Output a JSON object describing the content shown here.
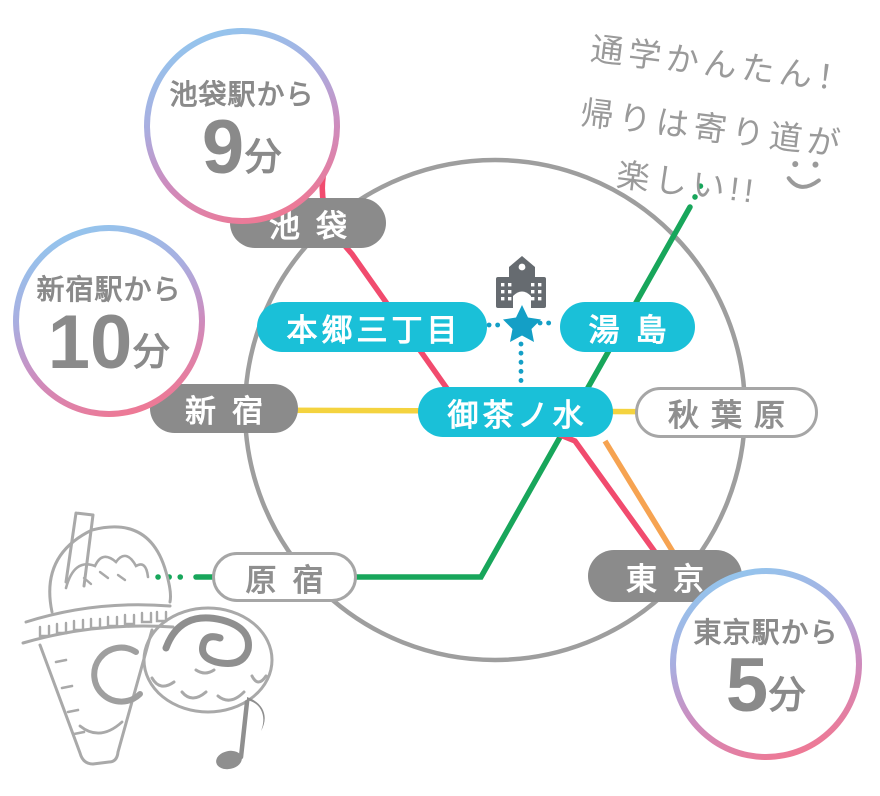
{
  "stations": {
    "ikebukuro": {
      "label": "池袋"
    },
    "shinjuku": {
      "label": "新宿"
    },
    "harajuku": {
      "label": "原宿"
    },
    "tokyo": {
      "label": "東京"
    },
    "akihabara": {
      "label": "秋葉原"
    },
    "hongo_sanchome": {
      "label": "本郷三丁目"
    },
    "yushima": {
      "label": "湯島"
    },
    "ochanomizu": {
      "label": "御茶ノ水"
    }
  },
  "access_badges": {
    "ikebukuro": {
      "from": "池袋駅から",
      "minutes": "9",
      "unit": "分"
    },
    "shinjuku": {
      "from": "新宿駅から",
      "minutes": "10",
      "unit": "分"
    },
    "tokyo": {
      "from": "東京駅から",
      "minutes": "5",
      "unit": "分"
    }
  },
  "handwritten_note": {
    "line1": "通学かんたん！",
    "line2": "帰りは寄り道が",
    "line3": "楽しい!!"
  },
  "icons": {
    "school": "school-building-icon",
    "star": "location-star-icon",
    "smiley": "smiley-face-icon",
    "drink": "frappuccino-cup-illustration",
    "donut": "donut-illustration",
    "music_note": "music-note-illustration"
  },
  "colors": {
    "nearest_station_pill_cyan": "#1ac0d8",
    "jr_station_pill_gray": "#8b8b8b",
    "loop_line_gray": "#9e9e9e",
    "red_line": "#f14b6e",
    "orange_line": "#f6a351",
    "yellow_line": "#f4d33f",
    "green_line": "#18a65b",
    "star_cyan": "#149fc6",
    "badge_gradient_blue": "#8ccdf2",
    "badge_gradient_pink": "#f4758d",
    "handwriting_gray": "#9a9a9a"
  }
}
